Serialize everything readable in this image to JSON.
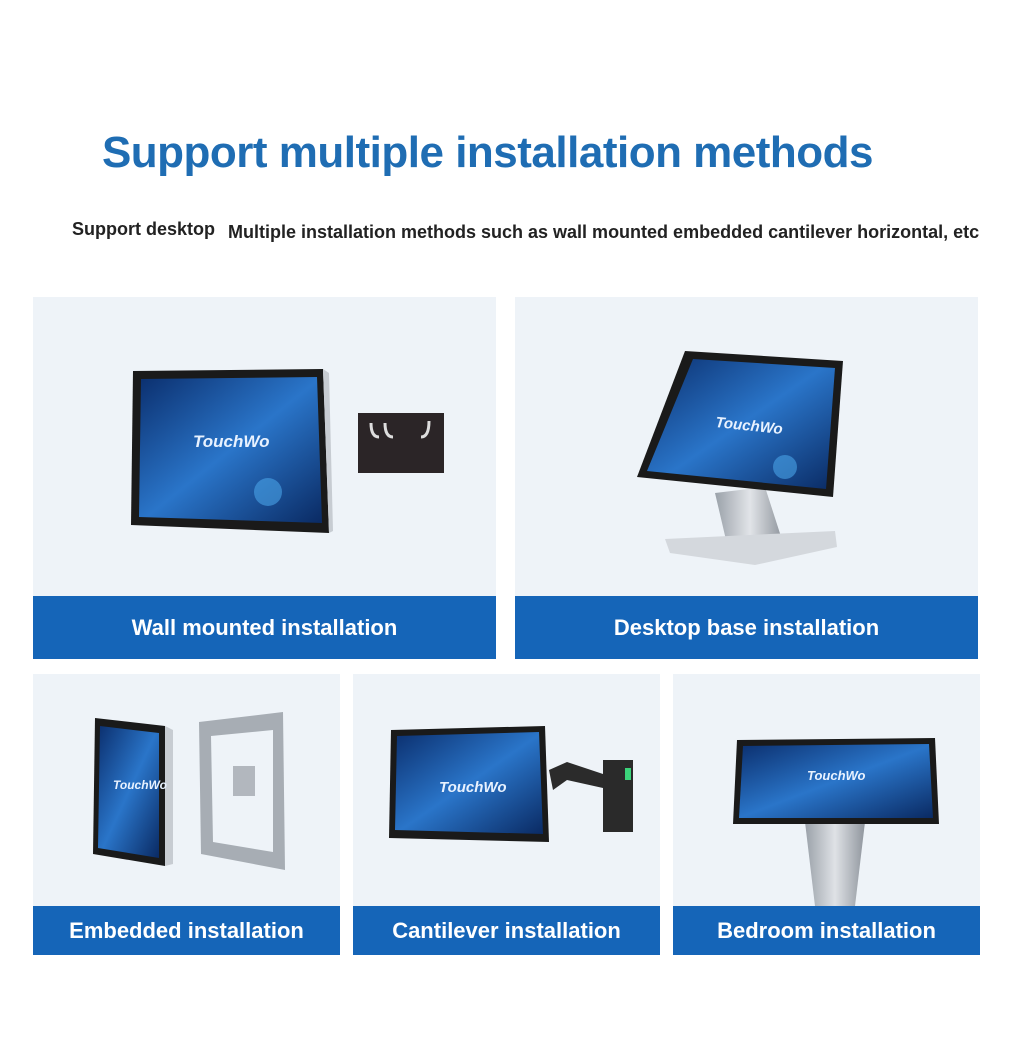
{
  "header": {
    "title": "Support multiple installation methods",
    "subtitle_left": "Support desktop",
    "subtitle_right": "Multiple installation methods such as wall mounted embedded cantilever horizontal, etc"
  },
  "cards": [
    {
      "label": "Wall mounted installation",
      "brand": "TouchWo"
    },
    {
      "label": "Desktop base installation",
      "brand": "TouchWo"
    },
    {
      "label": "Embedded installation",
      "brand": "TouchWo"
    },
    {
      "label": "Cantilever installation",
      "brand": "TouchWo"
    },
    {
      "label": "Bedroom installation",
      "brand": "TouchWo"
    }
  ],
  "colors": {
    "accent": "#1565b8",
    "title": "#1f6db3",
    "card_bg": "#eef3f8"
  }
}
